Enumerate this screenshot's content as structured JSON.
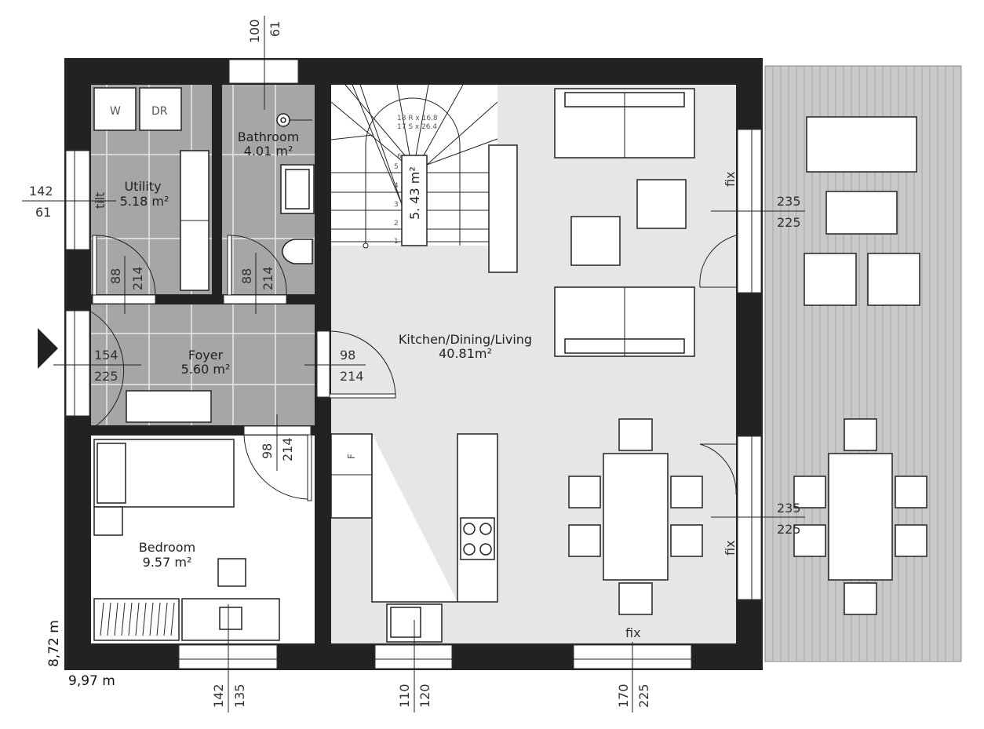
{
  "rooms": {
    "utility": {
      "name": "Utility",
      "area": "5.18 m²"
    },
    "bathroom": {
      "name": "Bathroom",
      "area": "4.01 m²"
    },
    "foyer": {
      "name": "Foyer",
      "area": "5.60 m²"
    },
    "bedroom": {
      "name": "Bedroom",
      "area": "9.57 m²"
    },
    "living": {
      "name": "Kitchen/Dining/Living",
      "area": "40.81m²"
    },
    "stairs": {
      "area": "5. 43 m²",
      "spec_line1": "18 R x 16.8",
      "spec_line2": "17 S x 26.4",
      "steps": [
        "1",
        "2",
        "3",
        "4",
        "5",
        "6"
      ]
    }
  },
  "appliances": {
    "washer": "W",
    "dryer": "DR",
    "fridge": "F"
  },
  "dimensions": {
    "overall_height": "8,72 m",
    "overall_width": "9,97 m",
    "bath_window": [
      "100",
      "61"
    ],
    "utility_window": [
      "142",
      "61"
    ],
    "utility_window_note": "tilt",
    "utility_door": [
      "88",
      "214"
    ],
    "bath_door": [
      "88",
      "214"
    ],
    "entrance_door": [
      "154",
      "225"
    ],
    "kitchen_door": [
      "98",
      "214"
    ],
    "bedroom_door": [
      "98",
      "214"
    ],
    "terrace_door_top": [
      "235",
      "225"
    ],
    "terrace_door_bottom": [
      "235",
      "225"
    ],
    "bedroom_window": [
      "142",
      "135"
    ],
    "kitchen_window": [
      "110",
      "120"
    ],
    "living_window": [
      "170",
      "225"
    ],
    "fixed_glazing": "fix"
  }
}
